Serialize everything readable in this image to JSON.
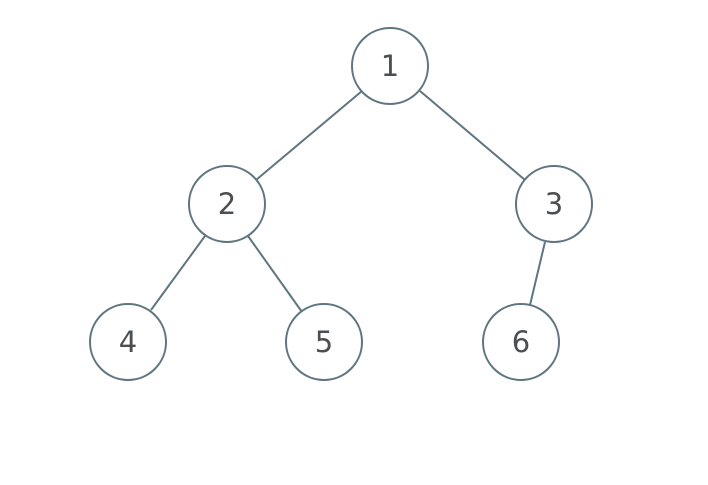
{
  "tree": {
    "nodes": [
      {
        "id": "n1",
        "label": "1"
      },
      {
        "id": "n2",
        "label": "2"
      },
      {
        "id": "n3",
        "label": "3"
      },
      {
        "id": "n4",
        "label": "4"
      },
      {
        "id": "n5",
        "label": "5"
      },
      {
        "id": "n6",
        "label": "6"
      }
    ],
    "edges": [
      {
        "from": "n1",
        "to": "n2"
      },
      {
        "from": "n1",
        "to": "n3"
      },
      {
        "from": "n2",
        "to": "n4"
      },
      {
        "from": "n2",
        "to": "n5"
      },
      {
        "from": "n3",
        "to": "n6"
      }
    ]
  },
  "colors": {
    "stroke": "#5f7580",
    "label": "#4a4f53",
    "background": "#ffffff"
  }
}
